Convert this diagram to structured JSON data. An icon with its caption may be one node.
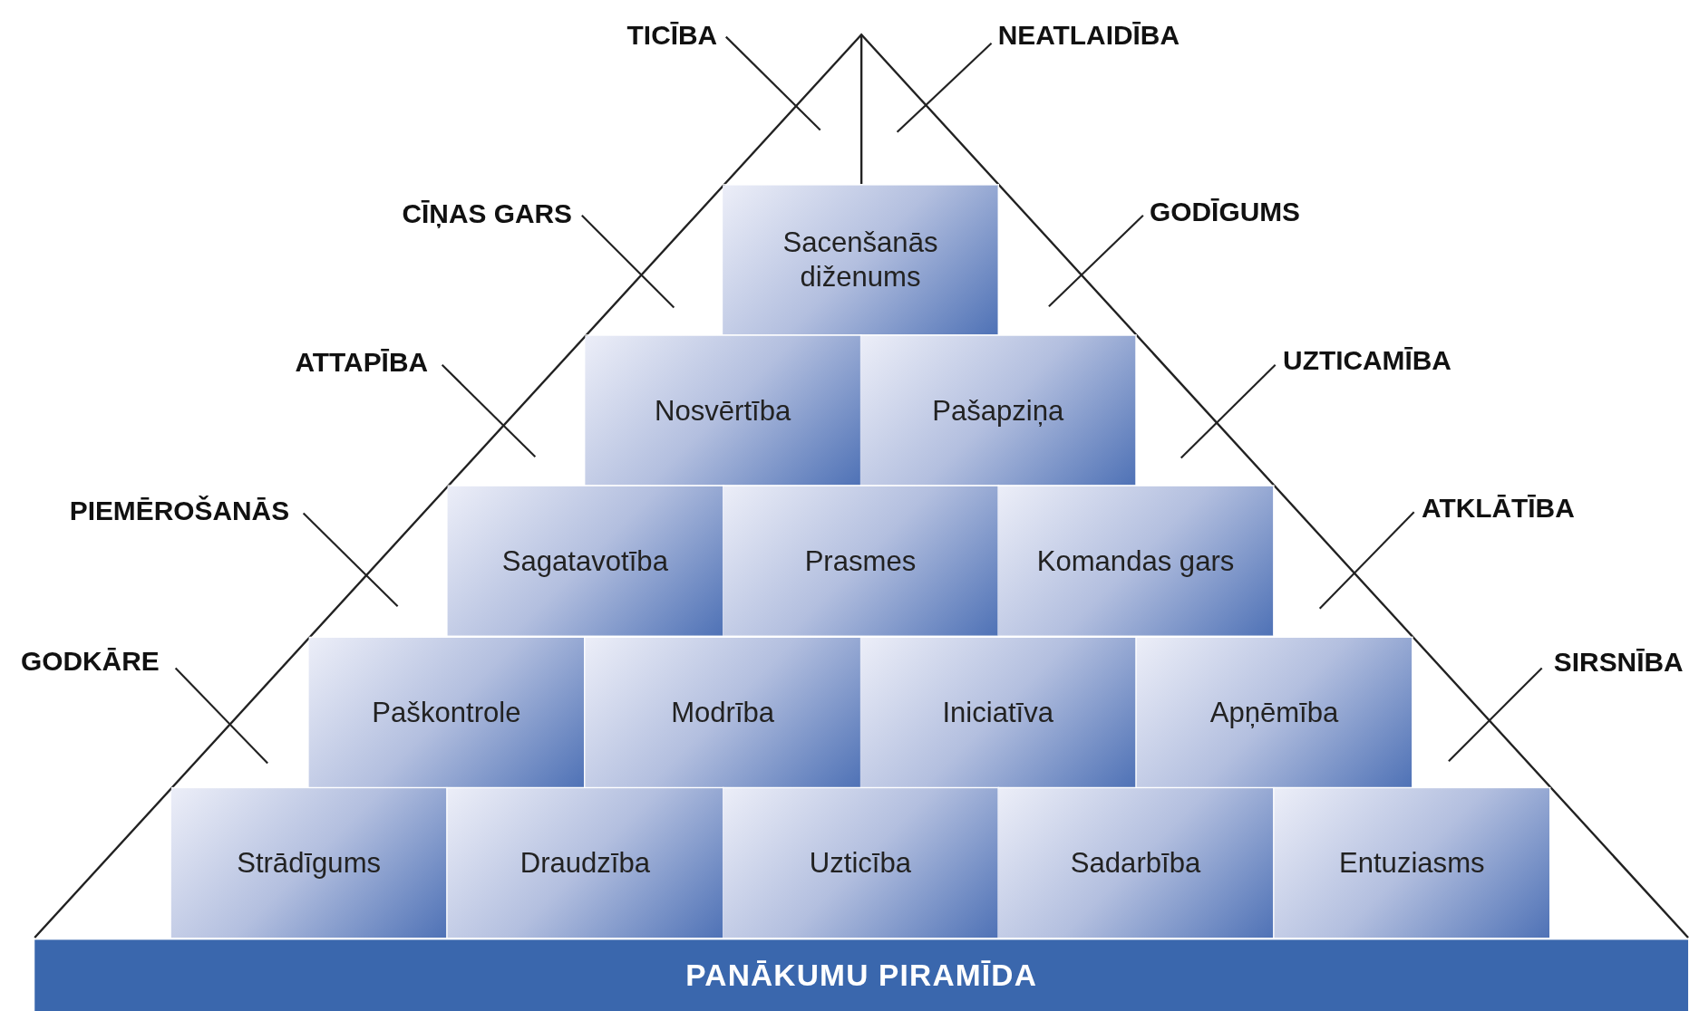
{
  "diagram": {
    "nodes": [
      {
        "text": [
          "TICĪBA"
        ]
      },
      {
        "text": [
          "NEATLAIDĪBA"
        ]
      },
      {
        "text": [
          "CĪŅAS GARS"
        ]
      },
      {
        "text": [
          "GODĪGUMS"
        ]
      },
      {
        "text": [
          "ATTAPĪBA"
        ]
      },
      {
        "text": [
          "UZTICAMĪBA"
        ]
      },
      {
        "text": [
          "PIEMĒROŠANĀS"
        ]
      },
      {
        "text": [
          "ATKLĀTĪBA"
        ]
      },
      {
        "text": [
          "GODKĀRE"
        ]
      },
      {
        "text": [
          "SIRSNĪBA"
        ]
      },
      {
        "text": [
          "Sacenšanās diženums"
        ]
      },
      {
        "text": [
          "Nosvērtība"
        ]
      },
      {
        "text": [
          "Pašapziņa"
        ]
      },
      {
        "text": [
          "Sagatavotība"
        ]
      },
      {
        "text": [
          "Prasmes"
        ]
      },
      {
        "text": [
          "Komandas gars"
        ]
      },
      {
        "text": [
          "Paškontrole"
        ]
      },
      {
        "text": [
          "Modrība"
        ]
      },
      {
        "text": [
          "Iniciatīva"
        ]
      },
      {
        "text": [
          "Apņēmība"
        ]
      },
      {
        "text": [
          "Strādīgums"
        ]
      },
      {
        "text": [
          "Draudzība"
        ]
      },
      {
        "text": [
          "Uzticība"
        ]
      },
      {
        "text": [
          "Sadarbība"
        ]
      },
      {
        "text": [
          "Entuziasms"
        ]
      },
      {
        "text": [
          "PANĀKUMU PIRAMĪDA"
        ]
      }
    ],
    "edges": [
      {
        "from": 0,
        "to": null,
        "arrow": "none"
      },
      {
        "from": 1,
        "to": null,
        "arrow": "none"
      },
      {
        "from": 2,
        "to": null,
        "arrow": "none"
      },
      {
        "from": 3,
        "to": null,
        "arrow": "none"
      },
      {
        "from": 4,
        "to": null,
        "arrow": "none"
      },
      {
        "from": 5,
        "to": null,
        "arrow": "none"
      },
      {
        "from": 6,
        "to": null,
        "arrow": "none"
      },
      {
        "from": 7,
        "to": null,
        "arrow": "none"
      },
      {
        "from": 8,
        "to": null,
        "arrow": "none"
      },
      {
        "from": 9,
        "to": null,
        "arrow": "none"
      }
    ]
  }
}
